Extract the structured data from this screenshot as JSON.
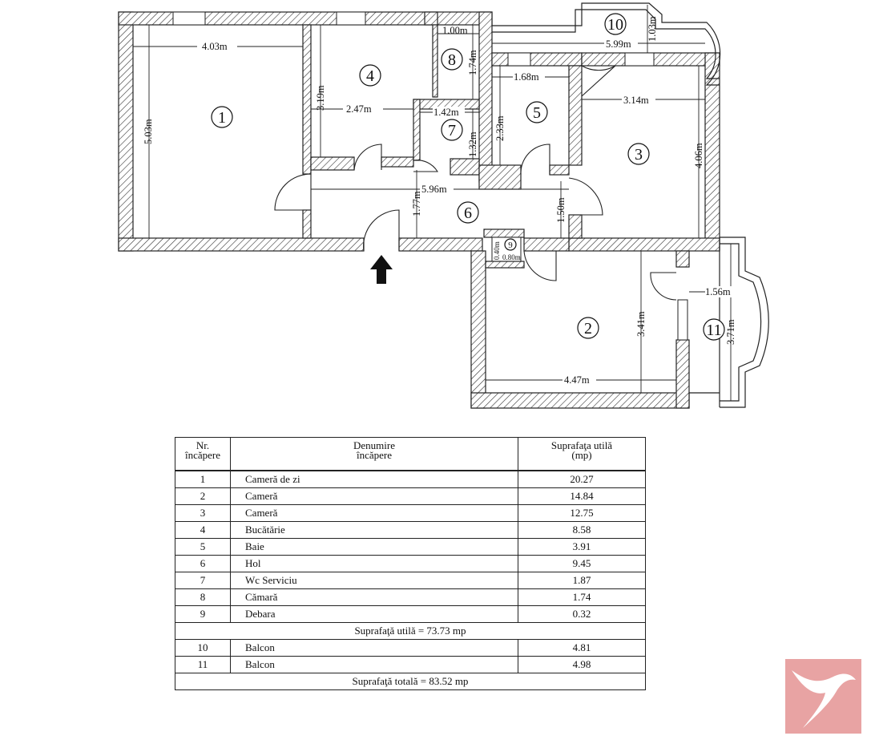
{
  "plan": {
    "rooms": [
      {
        "id": "room-1",
        "number": "1"
      },
      {
        "id": "room-2",
        "number": "2"
      },
      {
        "id": "room-3",
        "number": "3"
      },
      {
        "id": "room-4",
        "number": "4"
      },
      {
        "id": "room-5",
        "number": "5"
      },
      {
        "id": "room-6",
        "number": "6"
      },
      {
        "id": "room-7",
        "number": "7"
      },
      {
        "id": "room-8",
        "number": "8"
      },
      {
        "id": "room-9",
        "number": "9"
      },
      {
        "id": "room-10",
        "number": "10"
      },
      {
        "id": "room-11",
        "number": "11"
      }
    ],
    "dimensions": {
      "d_403": "4.03m",
      "d_503": "5.03m",
      "d_319": "3.19m",
      "d_247": "2.47m",
      "d_100": "1.00m",
      "d_174": "1.74m",
      "d_103": "1.03m",
      "d_599": "5.99m",
      "d_168": "1.68m",
      "d_142": "1.42m",
      "d_132": "1.32m",
      "d_233": "2.33m",
      "d_314": "3.14m",
      "d_406": "4.06m",
      "d_596": "5.96m",
      "d_177": "1.77m",
      "d_150": "1.50m",
      "d_040": "0.40m",
      "d_080": "0.80m",
      "d_156": "1.56m",
      "d_341": "3.41m",
      "d_371": "3.71m",
      "d_447": "4.47m"
    },
    "entrance_icon": "up-arrow-icon"
  },
  "table": {
    "headers": {
      "nr": [
        "Nr.",
        "încăpere"
      ],
      "name": [
        "Denumire",
        "încăpere"
      ],
      "area": [
        "Suprafaţa utilă",
        "(mp)"
      ]
    },
    "rows": [
      {
        "nr": "1",
        "name": "Cameră de zi",
        "area": "20.27"
      },
      {
        "nr": "2",
        "name": "Cameră",
        "area": "14.84"
      },
      {
        "nr": "3",
        "name": "Cameră",
        "area": "12.75"
      },
      {
        "nr": "4",
        "name": "Bucătărie",
        "area": "8.58"
      },
      {
        "nr": "5",
        "name": "Baie",
        "area": "3.91"
      },
      {
        "nr": "6",
        "name": "Hol",
        "area": "9.45"
      },
      {
        "nr": "7",
        "name": "Wc Serviciu",
        "area": "1.87"
      },
      {
        "nr": "8",
        "name": "Cămară",
        "area": "1.74"
      },
      {
        "nr": "9",
        "name": "Debara",
        "area": "0.32"
      }
    ],
    "summary_useful": "Suprafaţă utilă = 73.73 mp",
    "balcony_rows": [
      {
        "nr": "10",
        "name": "Balcon",
        "area": "4.81"
      },
      {
        "nr": "11",
        "name": "Balcon",
        "area": "4.98"
      }
    ],
    "summary_total": "Suprafaţă totală = 83.52 mp"
  },
  "logo": {
    "icon": "bird-logo-icon",
    "color": "#e8a3a3"
  }
}
